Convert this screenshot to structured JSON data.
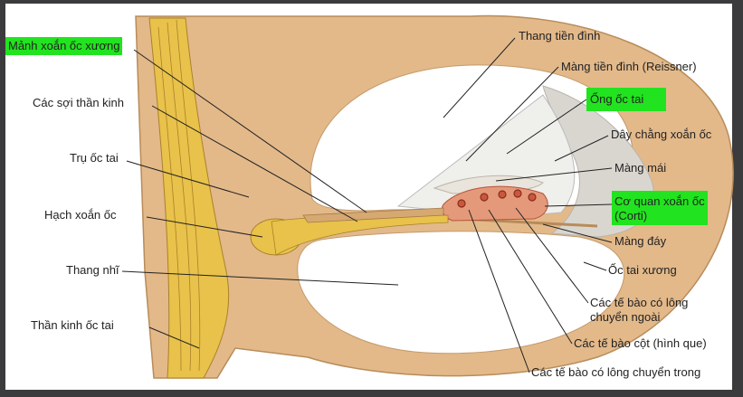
{
  "diagram": {
    "labels": {
      "manh_xoan_oc_xuong": "Mảnh xoắn ốc xương",
      "cac_soi_than_kinh": "Các sợi thần kinh",
      "tru_oc_tai": "Trụ ốc tai",
      "hach_xoan_oc": "Hạch xoắn ốc",
      "thang_nhi": "Thang nhĩ",
      "than_kinh_oc_tai": "Thần kinh ốc tai",
      "thang_tien_dinh": "Thang tiền đình",
      "mang_tien_dinh": "Màng tiền đình (Reissner)",
      "ong_oc_tai": "Ống ốc tai",
      "day_chang_xoan_oc": "Dây chằng xoắn ốc",
      "mang_mai": "Màng mái",
      "co_quan_xoan_oc_1": "Cơ quan xoắn ốc",
      "co_quan_xoan_oc_2": "(Corti)",
      "mang_day": "Màng đáy",
      "oc_tai_xuong": "Ốc tai xương",
      "te_bao_long_ngoai_1": "Các tế bào có lông",
      "te_bao_long_ngoai_2": "chuyển ngoài",
      "te_bao_cot": "Các tế bào cột (hình que)",
      "te_bao_long_trong": "Các tế bào có lông chuyển trong"
    },
    "colors": {
      "bone": "#e3b98a",
      "nerve": "#e8c24a",
      "highlight": "#22e31f",
      "organ": "#e49a7a"
    }
  }
}
